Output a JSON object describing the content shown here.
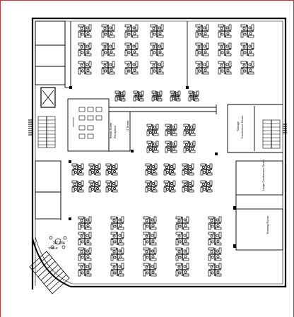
{
  "labels": {
    "it_room": "IT Room",
    "reception": "Reception",
    "breakroom": "Break Room",
    "storage": "Storage",
    "conference": "Conference Room",
    "main_conference": "Large Conference Room",
    "training": "Training Room",
    "round_table": "36\" DIA",
    "table": "TABLE"
  },
  "colors": {
    "border_red": "#b04040",
    "line": "#000000",
    "background": "#ffffff"
  }
}
